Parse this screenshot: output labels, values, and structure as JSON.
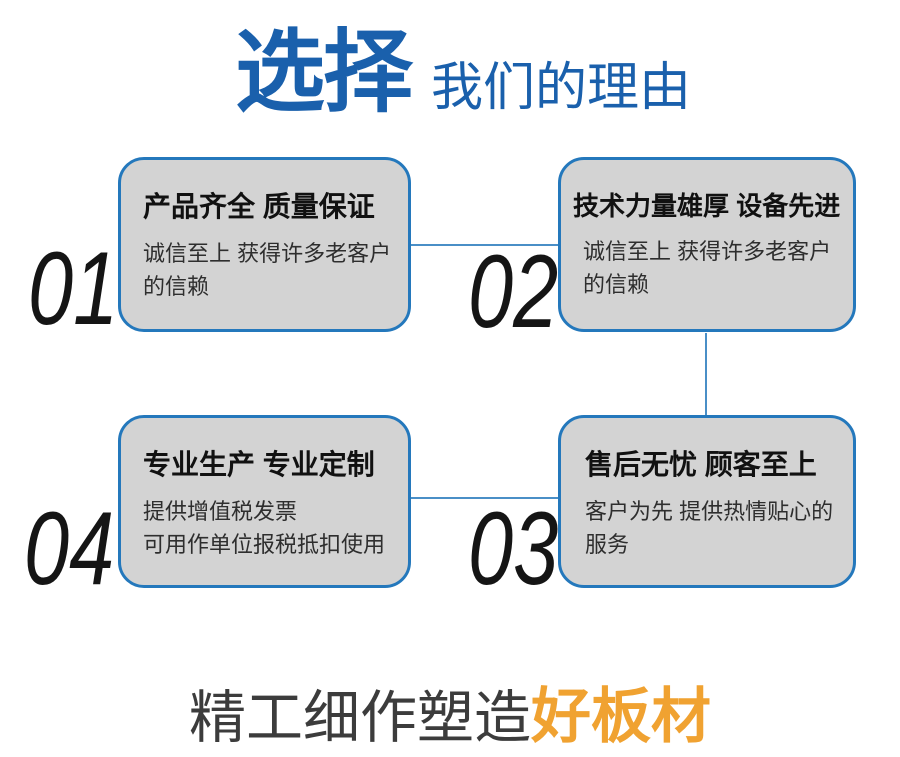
{
  "header": {
    "title_highlight": "选择",
    "title_rest": "我们的理由"
  },
  "boxes": [
    {
      "number": "01",
      "title": "产品齐全 质量保证",
      "desc_lines": [
        "诚信至上 获得许多老客户",
        "的信赖"
      ]
    },
    {
      "number": "02",
      "title": "技术力量雄厚 设备先进",
      "desc_lines": [
        "诚信至上 获得许多老客户",
        "的信赖"
      ]
    },
    {
      "number": "03",
      "title": "售后无忧 顾客至上",
      "desc_lines": [
        "客户为先 提供热情贴心的",
        "服务"
      ]
    },
    {
      "number": "04",
      "title": "专业生产 专业定制",
      "desc_lines": [
        "提供增值税发票",
        "可用作单位报税抵扣使用"
      ]
    }
  ],
  "footer": {
    "text_dark": "精工细作塑造",
    "text_accent": "好板材"
  },
  "colors": {
    "title_blue": "#1a60ac",
    "box_border_blue": "#2478bc",
    "box_fill_gray": "#d3d3d3",
    "connector_blue": "#4a8fc7",
    "number_black": "#151515",
    "footer_dark": "#3c3c3c",
    "footer_orange": "#f0a231"
  }
}
